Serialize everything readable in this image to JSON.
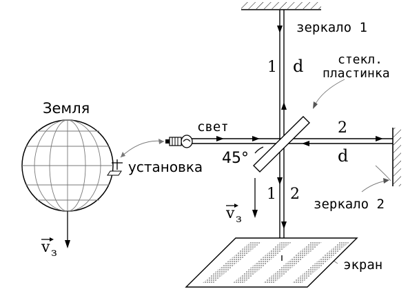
{
  "labels": {
    "mirror1": "зеркало 1",
    "mirror2": "зеркало 2",
    "glass_plate_line1": "стекл.",
    "glass_plate_line2": "пластинка",
    "earth": "Земля",
    "light": "свет",
    "installation": "установка",
    "screen": "экран",
    "angle": "45°",
    "arm_distance_vertical": "d",
    "arm_distance_horizontal": "d",
    "beam1_upper": "1",
    "beam1_lower": "1",
    "beam2_right": "2",
    "beam2_lower": "2",
    "earth_velocity_left": "v",
    "earth_velocity_left_sub": "з",
    "earth_velocity_center": "v",
    "earth_velocity_center_sub": "з"
  }
}
